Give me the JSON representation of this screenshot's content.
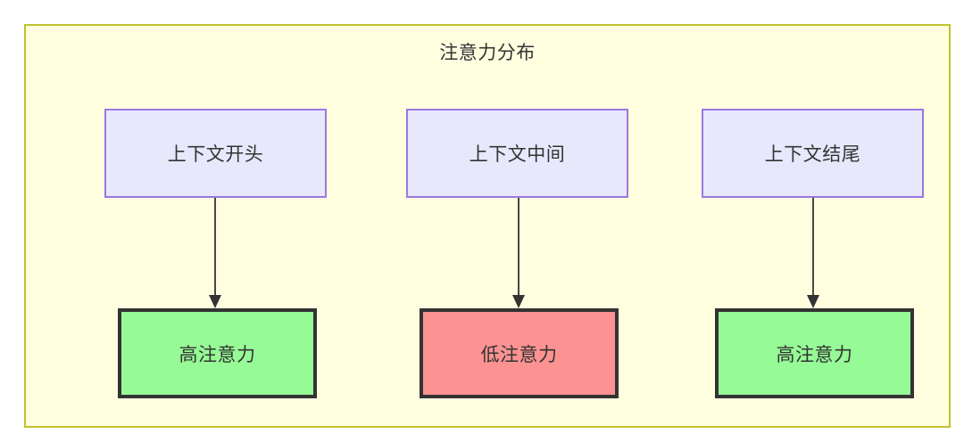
{
  "diagram": {
    "title": "注意力分布",
    "background_color": "#ffffe0",
    "border_color": "#c2c22e",
    "nodes": [
      {
        "id": "ctx-start",
        "label": "上下文开头",
        "fill": "#e8e8fd",
        "border": "#9a79e0",
        "row": "top"
      },
      {
        "id": "ctx-middle",
        "label": "上下文中间",
        "fill": "#e8e8fd",
        "border": "#9a79e0",
        "row": "top"
      },
      {
        "id": "ctx-end",
        "label": "上下文结尾",
        "fill": "#e8e8fd",
        "border": "#9a79e0",
        "row": "top"
      },
      {
        "id": "attn-start",
        "label": "高注意力",
        "fill": "#96fa96",
        "border": "#333333",
        "row": "bottom"
      },
      {
        "id": "attn-middle",
        "label": "低注意力",
        "fill": "#fd9292",
        "border": "#333333",
        "row": "bottom"
      },
      {
        "id": "attn-end",
        "label": "高注意力",
        "fill": "#96fa96",
        "border": "#333333",
        "row": "bottom"
      }
    ],
    "edges": [
      {
        "id": "edge-start",
        "from": "ctx-start",
        "to": "attn-start",
        "color": "#333333",
        "arrow": "filled-triangle"
      },
      {
        "id": "edge-middle",
        "from": "ctx-middle",
        "to": "attn-middle",
        "color": "#333333",
        "arrow": "filled-triangle"
      },
      {
        "id": "edge-end",
        "from": "ctx-end",
        "to": "attn-end",
        "color": "#333333",
        "arrow": "filled-triangle"
      }
    ]
  }
}
